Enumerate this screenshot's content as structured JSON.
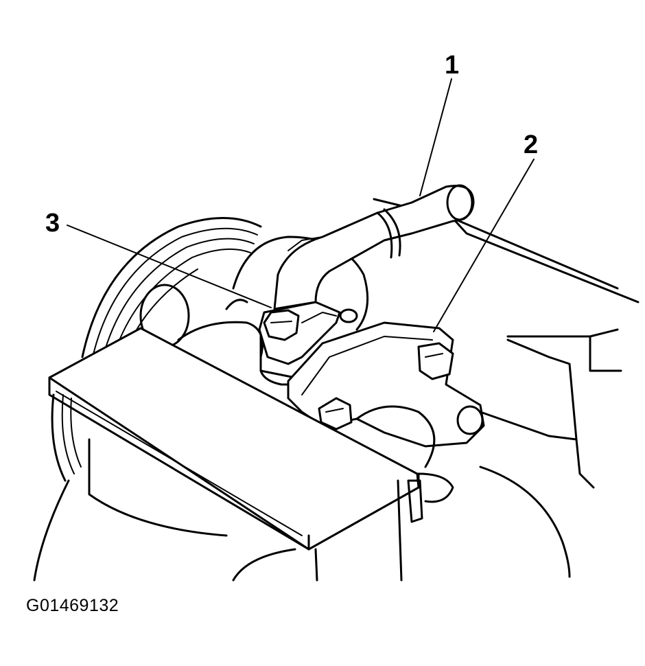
{
  "callouts": {
    "one": "1",
    "two": "2",
    "three": "3"
  },
  "figure_id": "G01469132"
}
